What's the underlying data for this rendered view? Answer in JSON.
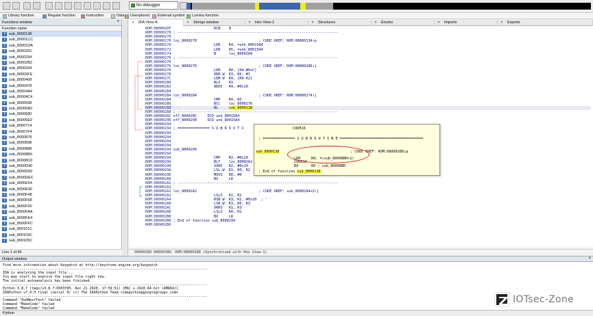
{
  "toolbar": {
    "debugger": "No debugger",
    "colors": {
      "navband": "#000000",
      "navband_code": "#3b66b0",
      "navband_data": "#f0f000",
      "navband_gray": "#a0a0a0"
    }
  },
  "legend": [
    {
      "label": "Library function",
      "color": "#80d0ff"
    },
    {
      "label": "Regular function",
      "color": "#5090d0"
    },
    {
      "label": "Instruction",
      "color": "#c08070"
    },
    {
      "label": "Data",
      "color": "#d0d0d0"
    },
    {
      "label": "Unexplored",
      "color": "#b0b060"
    },
    {
      "label": "External symbol",
      "color": "#ff80ff"
    },
    {
      "label": "Lumina function",
      "color": "#60d060"
    }
  ],
  "functions_window": {
    "title": "Functions window",
    "column_header": "Function name",
    "close_icon": "×",
    "items": [
      "sub_8000138",
      "sub_80001CC",
      "sub_80001DA",
      "sub_800020C",
      "sub_8000294",
      "sub_80002B2",
      "sub_8000264",
      "sub_80003FE",
      "sub_8000408",
      "sub_8000478",
      "sub_80004A4",
      "sub_80004C4",
      "sub_8000598",
      "sub_80005A0",
      "sub_8000680",
      "sub_80006E0",
      "sub_8000714",
      "sub_80007F4",
      "sub_8000878",
      "sub_8000898",
      "sub_8000888",
      "sub_80008B0",
      "sub_80008C0",
      "sub_8000D40",
      "sub_8000D90",
      "sub_8000DEC",
      "sub_8000E54",
      "sub_8000E90",
      "sub_8000F48",
      "sub_8000F68",
      "sub_8000F90",
      "sub_8000FAA",
      "sub_8000FE4",
      "sub_8000FFC",
      "sub_800101C",
      "sub_800103C",
      "sub_800105C"
    ],
    "selected_index": 0,
    "status": "Line 1 of 45"
  },
  "tabs": [
    {
      "label": "IDA View-A",
      "active": true
    },
    {
      "label": "Strings window",
      "active": false
    },
    {
      "label": "Hex View-1",
      "active": false
    },
    {
      "label": "Structures",
      "active": false
    },
    {
      "label": "Enums",
      "active": false
    },
    {
      "label": "Imports",
      "active": false
    },
    {
      "label": "Exports",
      "active": false
    }
  ],
  "disasm": {
    "lines": [
      {
        "addr": "ROM:0800026F",
        "text": "                    DCB    0"
      },
      {
        "addr": "ROM:08000270",
        "text": " ; ---------------------------------------------------------------------------"
      },
      {
        "addr": "ROM:08000270",
        "text": ""
      },
      {
        "addr": "ROM:08000270",
        "text": " loc_8000270                             ; CODE XREF: ROM:08000134↑p"
      },
      {
        "addr": "ROM:08000270",
        "text": "                    LDR    R4, =unk_8001584"
      },
      {
        "addr": "ROM:08000272",
        "text": "                    LDR    R5, =unk_80015A4"
      },
      {
        "addr": "ROM:08000274",
        "text": "                    B      loc_8000284"
      },
      {
        "addr": "ROM:08000276",
        "text": " ; ---------------------------------------------------------------------------"
      },
      {
        "addr": "ROM:08000276",
        "text": ""
      },
      {
        "addr": "ROM:08000276",
        "text": " loc_8000276                             ; CODE XREF: ROM:08000286↓j"
      },
      {
        "addr": "ROM:08000276",
        "text": "                    LDR    R0, [R4,#0xC]"
      },
      {
        "addr": "ROM:08000278",
        "text": "                    ORR.W  R3, R0, #1"
      },
      {
        "addr": "ROM:0800027C",
        "text": "                    LDM.W  R4, {R0-R2}"
      },
      {
        "addr": "ROM:08000280",
        "text": "                    BLX    R3"
      },
      {
        "addr": "ROM:08000282",
        "text": "                    ADDS   R4, #0x10"
      },
      {
        "addr": "ROM:08000284",
        "text": ""
      },
      {
        "addr": "ROM:08000284",
        "text": " loc_8000284                             ; CODE XREF: ROM:08000274↑j"
      },
      {
        "addr": "ROM:08000284",
        "text": "                    CMP    R4, R5"
      },
      {
        "addr": "ROM:08000286",
        "text": "                    BCC    loc_8000276"
      },
      {
        "addr": "ROM:08000288",
        "text": "                    BL     ",
        "hl_text": "sub_8000138",
        "current": true
      },
      {
        "addr": "ROM:08000288",
        "text": " ; ---------------------------------------------------------------------------"
      },
      {
        "addr": "ROM:0800028C",
        "text": " off_800028C     DCD unk_8001584"
      },
      {
        "addr": "ROM:08000290",
        "text": " off_8000290     DCD unk_80015A4"
      },
      {
        "addr": "ROM:08000294",
        "text": ""
      },
      {
        "addr": "ROM:08000294",
        "text": " ; =============== S U B R O U T I"
      },
      {
        "addr": "ROM:08000294",
        "text": ""
      },
      {
        "addr": "ROM:08000294",
        "text": ""
      },
      {
        "addr": "ROM:08000294",
        "text": ""
      },
      {
        "addr": "ROM:08000294",
        "text": ""
      },
      {
        "addr": "ROM:08000294",
        "text": " sub_8000294"
      },
      {
        "addr": "ROM:08000294",
        "text": ""
      },
      {
        "addr": "ROM:08000294",
        "text": "                    CMP    R2, #0x20"
      },
      {
        "addr": "ROM:08000296",
        "text": "                    BLT    loc_80002A2"
      },
      {
        "addr": "ROM:08000298",
        "text": "                    SUBS   R2, #0x20"
      },
      {
        "addr": "ROM:0800029A",
        "text": "                    LSL.W  R1, R0, R2"
      },
      {
        "addr": "ROM:0800029E",
        "text": "                    MOVS   R0, #0"
      },
      {
        "addr": "ROM:080002A0",
        "text": "                    BX     LR"
      },
      {
        "addr": "ROM:080002A2",
        "text": " ; ---------------------------------------------------------------------------"
      },
      {
        "addr": "ROM:080002A2",
        "text": ""
      },
      {
        "addr": "ROM:080002A2",
        "text": " loc_80002A2                             ; CODE XREF: sub_8000294+2↑j"
      },
      {
        "addr": "ROM:080002A2",
        "text": "                    LSLS   R1, R2"
      },
      {
        "addr": "ROM:080002A4",
        "text": "                    RSB.W  R3, R2, #0x20  ; ' '"
      },
      {
        "addr": "ROM:080002A8",
        "text": "                    LSR.W  R3, R0, R3"
      },
      {
        "addr": "ROM:080002AC",
        "text": "                    ORRS   R1, R3"
      },
      {
        "addr": "ROM:080002AE",
        "text": "                    LSLS   R0, R2"
      },
      {
        "addr": "ROM:080002B0",
        "text": "                    BX     LR"
      },
      {
        "addr": "ROM:080002B0",
        "text": " ; End of function sub_8000294"
      },
      {
        "addr": "ROM:080002B0",
        "text": ""
      }
    ],
    "status": "00000288 08000288: ROM:08000288 (Synchronized with Hex View-1)"
  },
  "hint": {
    "l1": "CODE16",
    "l2": "; =============== S U B R O U T I N E =======================================",
    "l3_name": "sub_8000138",
    "l3_xref": "; CODE XREF: ROM:08000288↓p",
    "l4": "LDR     R0, =(sub_80008B0+1)",
    "l5": "CODE16",
    "l6": "BX      R0 ; sub_80008B0",
    "l7_prefix": "; End of function ",
    "l7_name": "sub_8000138"
  },
  "output": {
    "title": "Output window",
    "lines": [
      "Find more information about Keypatch at http://keystone-engine.org/keypatch",
      "---------------------------------------------------------------------------------------------------",
      "IDA is analysing the input file...",
      "You may start to explore the input file right now.",
      "The initial autoanalysis has been finished.",
      "---------------------------------------------------------------------------------------------------",
      "Python 3.8.7 (tags/v3.8.7:6503f05, Dec 21 2020, 17:59:51) [MSC v.1928 64 bit (AMD64)]",
      "IDAPython v7.4.0 final (serial 0) (c) The IDAPython Team <idapython@googlegroups.com>",
      "---------------------------------------------------------------------------------------------------",
      "Command \"AskNextText\" failed",
      "Command \"MakeCode\" failed",
      "Command \"MakeCode\" failed"
    ]
  },
  "python_bar": "Python",
  "watermark": {
    "letter": "Z",
    "text": "IOTsec-Zone"
  }
}
